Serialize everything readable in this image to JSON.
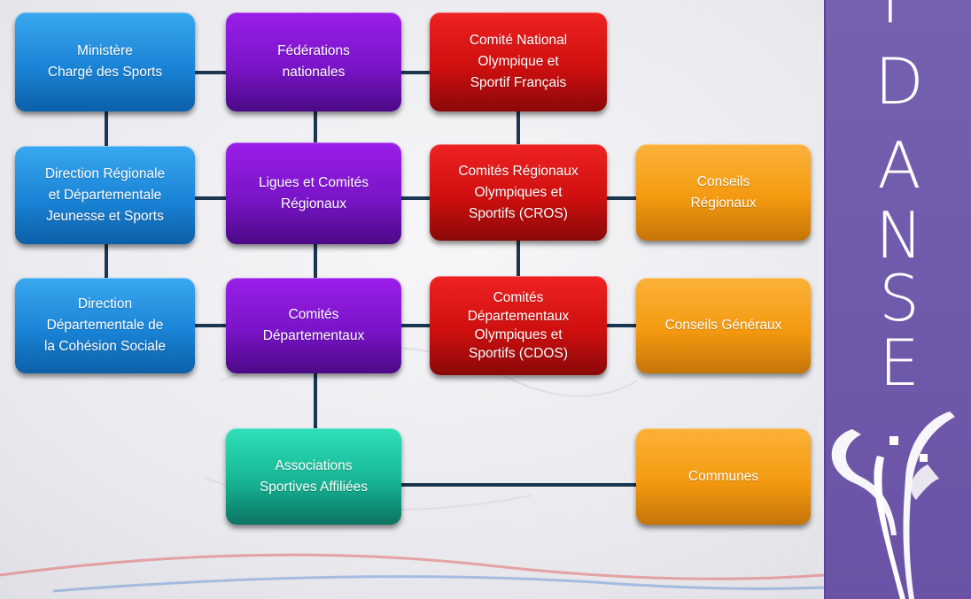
{
  "diagram": {
    "nodes": {
      "ministere": "Ministère\nChargé des Sports",
      "federations": "Fédérations\nnationales",
      "cnosf": "Comité National\nOlympique et\nSportif Français",
      "drdjs": "Direction Régionale\net Départementale\nJeunesse et Sports",
      "ligues": "Ligues et Comités\nRégionaux",
      "cros": "Comités Régionaux\nOlympiques et\nSportifs (CROS)",
      "conseils_regionaux": "Conseils\nRégionaux",
      "ddcs": "Direction\nDépartementale de\nla Cohésion Sociale",
      "comites_departementaux": "Comités\nDépartementaux",
      "cdos": "Comités\nDépartementaux\nOlympiques et\nSportifs (CDOS)",
      "conseils_generaux": "Conseils Généraux",
      "associations": "Associations\nSportives Affiliées",
      "communes": "Communes"
    }
  },
  "side_panel": {
    "letters": [
      "F",
      "D",
      "A",
      "N",
      "S",
      "E"
    ]
  },
  "colors": {
    "blue": "#1a84d6",
    "purple": "#7a14c8",
    "red": "#cf0f0f",
    "orange": "#f49a10",
    "teal": "#17b595",
    "connector": "#1b3650",
    "panel": "#7660b0"
  }
}
